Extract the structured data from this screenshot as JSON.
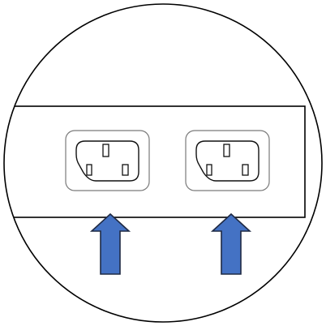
{
  "diagram": {
    "outlet_count": 2,
    "outlets": [
      {
        "name": "outlet-left",
        "indicated": true
      },
      {
        "name": "outlet-right",
        "indicated": true
      }
    ],
    "colors": {
      "outline": "#000000",
      "outlet_outline": "#7a7a7a",
      "arrow_fill": "#4472c4",
      "arrow_stroke": "#1f2a44",
      "background": "#ffffff"
    },
    "icons": [
      "iec-c14-inlet-icon",
      "up-arrow-icon"
    ]
  }
}
